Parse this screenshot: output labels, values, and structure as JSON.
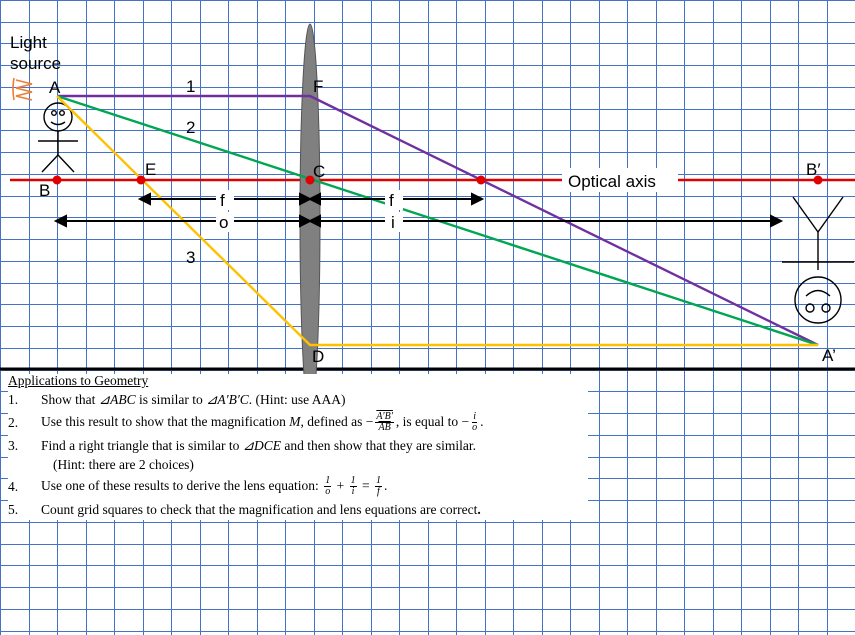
{
  "diagram": {
    "light_source_label": "Light\nsource",
    "points": {
      "A": "A",
      "B": "B",
      "C": "C",
      "D": "D",
      "E": "E",
      "F": "F",
      "B_prime": "B′",
      "A_prime": "A’"
    },
    "ray_labels": [
      "1",
      "2",
      "3"
    ],
    "distance_labels": {
      "f_left": "f",
      "f_right": "f",
      "o": "o",
      "i": "i"
    },
    "optical_axis_label": "Optical axis",
    "colors": {
      "grid": "#4472c4",
      "axis": "#e00000",
      "ray1": "#7030a0",
      "ray2": "#00a651",
      "ray3": "#ffc000",
      "lens": "#808080",
      "light_source": "#ed7d31",
      "point": "#e00000"
    }
  },
  "notes": {
    "heading": "Applications to Geometry",
    "items": [
      {
        "num": "1.",
        "a": "Show that ",
        "b": "⊿ABC",
        "c": " is similar to ",
        "d": "⊿A′B′C",
        "e": ". (Hint: use AAA)"
      },
      {
        "num": "2.",
        "a": "Use this result to show that the magnification ",
        "b": "M",
        "c": ", defined as  −",
        "num_frac": "A′B′",
        "den_frac": "AB",
        "d": ",  is equal to  −",
        "num2": "i",
        "den2": "o",
        "e": "."
      },
      {
        "num": "3.",
        "a": "Find a right triangle that is similar to ",
        "b": "⊿DCE",
        "c": " and then show that they are similar.",
        "sub": "(Hint: there are 2 choices)"
      },
      {
        "num": "4.",
        "a": "Use one of these results to derive the lens equation: ",
        "f1n": "1",
        "f1d": "o",
        "plus": " + ",
        "f2n": "1",
        "f2d": "i",
        "eq": " = ",
        "f3n": "1",
        "f3d": "f",
        "e": "."
      },
      {
        "num": "5.",
        "a": "Count grid squares to check that the magnification and lens equations are correct",
        "e": "."
      }
    ]
  }
}
